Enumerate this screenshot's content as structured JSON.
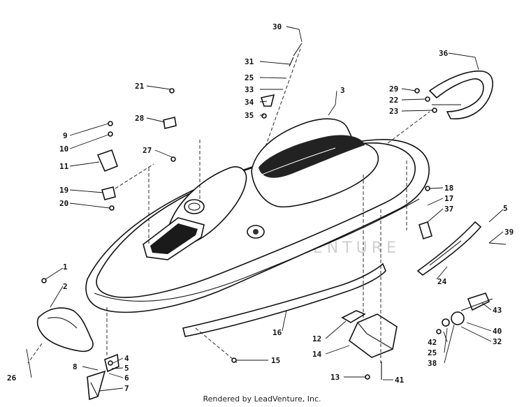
{
  "watermark": "LEADVENTURE",
  "footer": "Rendered by LeadVenture, Inc.",
  "callouts": {
    "c30": "30",
    "c31": "31",
    "c25a": "25",
    "c33": "33",
    "c34": "34",
    "c35": "35",
    "c3": "3",
    "c36": "36",
    "c29": "29",
    "c22": "22",
    "c23": "23",
    "c21": "21",
    "c28": "28",
    "c9": "9",
    "c10": "10",
    "c27": "27",
    "c11": "11",
    "c19": "19",
    "c20": "20",
    "c18": "18",
    "c17": "17",
    "c37": "37",
    "c5a": "5",
    "c39": "39",
    "c24": "24",
    "c1": "1",
    "c2": "2",
    "c16": "16",
    "c12": "12",
    "c14": "14",
    "c15": "15",
    "c13": "13",
    "c41": "41",
    "c43": "43",
    "c40": "40",
    "c42": "42",
    "c32": "32",
    "c25b": "25",
    "c38": "38",
    "c26": "26",
    "c4": "4",
    "c5b": "5",
    "c8": "8",
    "c6": "6",
    "c7": "7"
  }
}
